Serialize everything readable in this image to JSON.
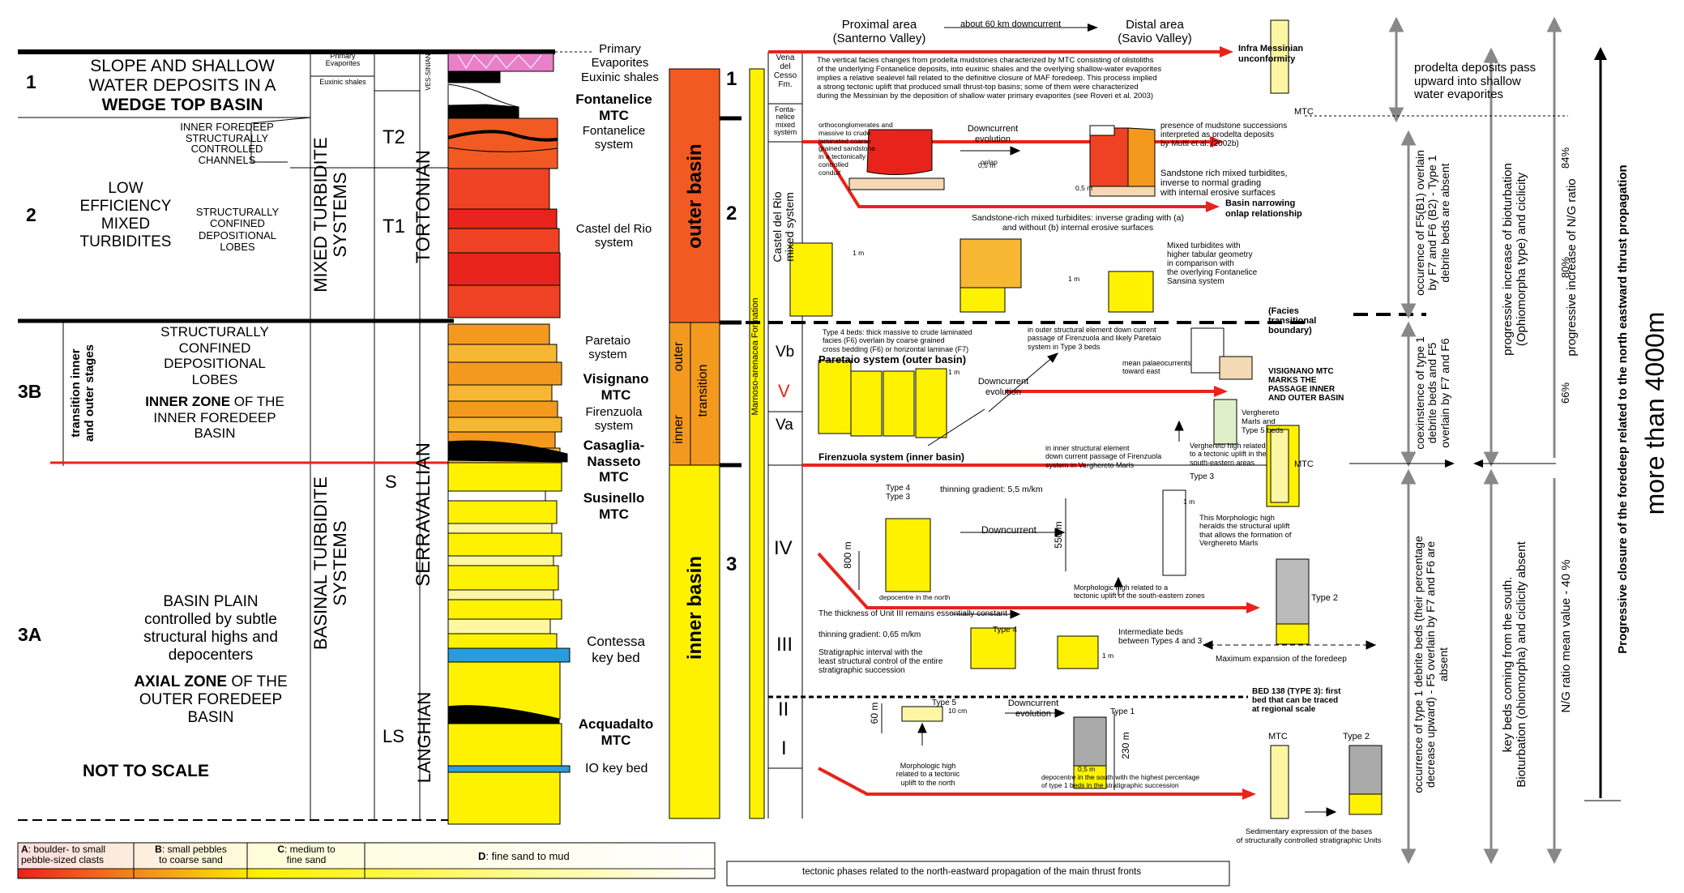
{
  "colors": {
    "red": "#e8231b",
    "orange": "#f39a1e",
    "dark_orange": "#ee6a12",
    "yellow": "#fff200",
    "light_yellow": "#fdf6a3",
    "pink": "#e97fc9",
    "blue": "#2b9cdb"
  },
  "units": [
    {
      "num": "1",
      "lines": [
        "SLOPE AND SHALLOW",
        "WATER DEPOSITS IN A"
      ],
      "bold_line": "WEDGE TOP BASIN"
    },
    {
      "num": "2",
      "lines": [
        "LOW",
        "EFFICIENCY",
        "MIXED",
        "TURBIDITES"
      ]
    },
    {
      "num": "3B",
      "lines": [
        "STRUCTURALLY",
        "CONFINED",
        "DEPOSITIONAL",
        "LOBES"
      ],
      "bold_prefix": "INNER ZONE",
      "rest": [
        " OF THE",
        "INNER FOREDEEP",
        "BASIN"
      ]
    },
    {
      "num": "3A",
      "lines": [
        "BASIN PLAIN",
        "controlled by subtle",
        "structural highs and",
        "depocenters"
      ],
      "bold_prefix": "AXIAL ZONE",
      "rest": [
        " OF THE",
        "OUTER FOREDEEP",
        "BASIN"
      ]
    }
  ],
  "left_labels": {
    "channels": [
      "INNER FOREDEEP",
      "STRUCTURALLY",
      "CONTROLLED",
      "CHANNELS"
    ],
    "lobes_t1": [
      "STRUCTURALLY",
      "CONFINED",
      "DEPOSITIONAL",
      "LOBES"
    ],
    "transition": [
      "transition inner",
      "and outer stages"
    ],
    "not_to_scale": "NOT TO SCALE",
    "primary_evap_small": [
      "Primary",
      "Evaporites"
    ],
    "euxinic_small": "Euxinic shales",
    "vessinian": "VES-SINIAN",
    "mixed_turbidite": [
      "MIXED TURBIDITE",
      "SYSTEMS"
    ],
    "basinal_turbidite": [
      "BASINAL TURBIDITE",
      "SYSTEMS"
    ],
    "tortonian": "TORTONIAN",
    "serravallian": "SERRAVALLIAN",
    "langhian": "LANGHIAN",
    "t2": "T2",
    "t1": "T1",
    "s": "S",
    "ls": "LS"
  },
  "column_labels": {
    "primary_evap": "Primary",
    "evaporites": "Evaporites",
    "euxinic": "Euxinic shales",
    "fontanelice_mtc": [
      "Fontanelice",
      "MTC"
    ],
    "fontanelice_sys": [
      "Fontanelice",
      "system"
    ],
    "castel_sys": [
      "Castel del Rio",
      "system"
    ],
    "paretaio_sys": [
      "Paretaio",
      "system"
    ],
    "visignano": [
      "Visignano",
      "MTC"
    ],
    "firenzuola": [
      "Firenzuola",
      "system"
    ],
    "casaglia": [
      "Casaglia-",
      "Nasseto",
      "MTC"
    ],
    "susinello": [
      "Susinello",
      "MTC"
    ],
    "contessa": [
      "Contessa",
      "key bed"
    ],
    "acquadalto": [
      "Acquadalto",
      "MTC"
    ],
    "io": "IO key bed"
  },
  "basins": {
    "outer_basin": "outer basin",
    "outer": "outer",
    "inner": "inner",
    "transition": "transition",
    "inner_basin": "inner basin",
    "n1": "1",
    "n2": "2",
    "n3": "3",
    "formation": "Marnoso-arenacea Formation"
  },
  "stages": {
    "vena": [
      "Vena",
      "del",
      "Cesso",
      "Fm."
    ],
    "fontanelice_mixed": [
      "Fonta-",
      "nelice",
      "mixed",
      "system"
    ],
    "castel_mixed": [
      "Castel del Rio",
      "mixed system"
    ],
    "vb": "Vb",
    "v": "V",
    "va": "Va",
    "iv": "IV",
    "iii": "III",
    "ii": "II",
    "i": "I"
  },
  "header": {
    "proximal": "Proximal area",
    "proximal_sub": "(Santerno Valley)",
    "downcurrent": "about 60 km downcurrent",
    "distal": "Distal area",
    "distal_sub": "(Savio Valley)"
  },
  "annotations": {
    "infra": [
      "Infra Messinian",
      "unconformity"
    ],
    "vertical_facies": [
      "The vertical facies changes from prodelta mudstones characterized by MTC consisting of olistoliths",
      "of the underlying Fontanelice deposits, into euxinic shales and the overlying shallow-water evaporites",
      "implies a relative sealevel fall related to the definitive closure of MAF foredeep. This process implied",
      "a strong tectonic uplift that produced small thrust-top basins; some of them were characterized",
      "during the Messinian by the deposition of shallow water primary evaporites (see Roveri et al. 2003)"
    ],
    "ortho": [
      "orthoconglomerates and",
      "massive to crude",
      "laminated coarse",
      "grained sandstone",
      "in a tectonically",
      "controlled",
      "conduit"
    ],
    "downcurrent_evolution": [
      "Downcurrent",
      "evolution"
    ],
    "onlap": "onlap",
    "prodelta": [
      "presence of mudstone successions",
      "interpreted as prodelta deposits",
      "by Mutti et al. (2002b)"
    ],
    "sandstone_rich": [
      "Sandstone rich mixed turbidites,",
      "inverse to normal grading",
      "with internal erosive surfaces"
    ],
    "basin_narrowing": [
      "Basin narrowing",
      "onlap relationship"
    ],
    "sandstone_rich2": [
      "Sandstone-rich mixed turbidites: inverse grading with (a)",
      "and without (b) internal erosive surfaces"
    ],
    "mixed_turb": [
      "Mixed turbidites with",
      "higher tabular geometry",
      "in comparison with",
      "the overlying Fontanelice",
      "Sansina system"
    ],
    "facies_boundary": [
      "(Facies",
      "transitional",
      "boundary)"
    ],
    "type4beds": [
      "Type 4 beds: thick massive to crude laminated",
      "facies (F6) overlain by coarse grained",
      "cross bedding (F6) or horizontal laminae (F7)"
    ],
    "paretaio_outer": "Paretaio system (outer basin)",
    "outer_struct": [
      "in outer structural element down current",
      "passage of Firenzuola and likely Paretaio",
      "system in Type 3 beds"
    ],
    "mean_palaeo": [
      "mean palaeocurrents",
      "toward east"
    ],
    "visignano_marks": [
      "VISIGNANO MTC",
      "MARKS THE",
      "PASSAGE INNER",
      "AND OUTER BASIN"
    ],
    "verghereto_marls": [
      "Verghereto",
      "Marls and",
      "Type 5 beds"
    ],
    "inner_struct": [
      "in inner structural element",
      "down current passage of Firenzuola",
      "system in Verghereto Marls"
    ],
    "verghereto_high": [
      "Verghereto high related",
      "to a tectonic uplift in the",
      "south-eastern areas"
    ],
    "firenzuola_inner": "Firenzuola system (inner basin)",
    "thinning55": "thinning gradient: 5,5 m/km",
    "type4type3": [
      "Type 4",
      "Type 3"
    ],
    "type3": "Type 3",
    "morph_high_verg": [
      "This Morphologic high",
      "heralds the structural uplift",
      "that allows the formation of",
      "Verghereto Marls"
    ],
    "m800": "800 m",
    "m550": "550 m",
    "depocentre_north": "depocentre in the north",
    "morph_high_se": [
      "Morphologic high related to a",
      "tectonic uplift of the south-eastern zones"
    ],
    "type2": "Type 2",
    "thickness_iii": "The thickness of Unit III remains essentially constant",
    "thinning065": "thinning gradient: 0,65 m/km",
    "strat_interval": [
      "Stratigraphic interval with the",
      "least structural control of the entire",
      "stratigraphic succession"
    ],
    "type4": "Type 4",
    "intermediate": [
      "Intermediate beds",
      "between Types 4 and 3"
    ],
    "max_expansion": "Maximum expansion of the foredeep",
    "bed138": [
      "BED 138 (TYPE 3): first",
      "bed that can be traced",
      "at regional scale"
    ],
    "type5": "Type 5",
    "type1": "Type 1",
    "m60": "60 m",
    "m230": "230 m",
    "morph_high_north": [
      "Morphologic high",
      "related to a tectonic",
      "uplift to the north"
    ],
    "depocentre_south": [
      "depocentre in the south with the highest percentage",
      "of type 1 beds in the stratigraphic succession"
    ],
    "mtc": "MTC",
    "sedimentary": [
      "Sedimentary expression of the bases",
      "of structurally controlled stratigraphic Units"
    ],
    "m1": "1 m",
    "m05": "0,5 m",
    "cm10": "10 cm"
  },
  "right": {
    "prodelta": [
      "prodelta deposits pass",
      "upward into shallow",
      "water evaporites"
    ],
    "occ_f5": [
      "occurence of F5(B1) overlain",
      "by F7 and F6 (B2) - Type 1",
      "debrite beds  are  absent"
    ],
    "coexist": [
      "coexinstence of type 1",
      "debrite beds  and  F5",
      "overlain by F7 and F6"
    ],
    "occ_type1": [
      "occurrence of type 1 debrite beds (their percentage",
      "decrease upward) - F5 overlain by F7 and F6 are",
      "absent"
    ],
    "biot": [
      "progressive increase of bioturbation",
      "(Ophiomorpha type) and ciclicity"
    ],
    "keybeds": [
      "key beds coming from the south.",
      "Bioturbation (ohiomorpha) and ciclicity absent"
    ],
    "ng_prog": "progressive increase of N/G ratio",
    "ng_mean": "N/G ratio mean value - 40 %",
    "p84": "84%",
    "p80": "80%",
    "p66": "66%",
    "closure": "Progressive closure of the foredeep related to the north eastward thrust propagation",
    "more4000": "more than 4000m"
  },
  "legend": {
    "a_label": "A",
    "a_text": ": boulder- to small",
    "a_text2": "pebble-sized clasts",
    "b_label": "B",
    "b_text": ": small pebbles",
    "b_text2": "to coarse sand",
    "c_label": "C",
    "c_text": ": medium to",
    "c_text2": "fine sand",
    "d_label": "D",
    "d_text": ": fine sand to mud",
    "tectonic": "tectonic phases related to the north-eastward propagation of the main thrust fronts"
  }
}
